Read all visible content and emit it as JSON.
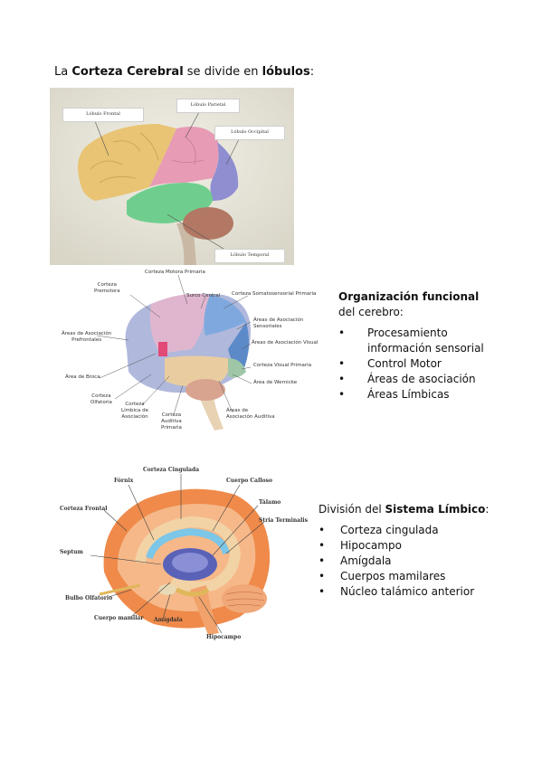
{
  "section1": {
    "heading": {
      "prefix": "La ",
      "bold1": "Corteza Cerebral",
      "middle": " se divide en ",
      "bold2": "lóbulos",
      "suffix": ":"
    },
    "labels": {
      "frontal": "Lóbulo Frontal",
      "parietal": "Lóbulo Parietal",
      "occipital": "Lóbulo Occipital",
      "temporal": "Lóbulo Temporal"
    }
  },
  "section2": {
    "labels": {
      "motora": "Corteza Motora Primaria",
      "premotora_1": "Corteza",
      "premotora_2": "Premotora",
      "surco": "Surco Central",
      "somato": "Corteza Somatosensorial Primaria",
      "asoc_sens_1": "Áreas de Asociación",
      "asoc_sens_2": "Sensoriales",
      "asoc_pref_1": "Áreas de Asociación",
      "asoc_pref_2": "Prefrontales",
      "asoc_visual": "Áreas de Asociación Visual",
      "visual": "Corteza Visual Primaria",
      "broca": "Área de Broca",
      "wernicke": "Área de Wernicke",
      "olfatoria_1": "Corteza",
      "olfatoria_2": "Olfatoria",
      "limbica_1": "Corteza",
      "limbica_2": "Límbica de",
      "limbica_3": "Asociación",
      "auditiva_1": "Corteza",
      "auditiva_2": "Auditiva",
      "auditiva_3": "Primaria",
      "asoc_aud_1": "Áreas de",
      "asoc_aud_2": "Asociación Auditiva"
    },
    "panel": {
      "title_bold": "Organización funcional",
      "title_rest": " del cerebro:",
      "items": [
        "Procesamiento información sensorial",
        "Control Motor",
        "Áreas de asociación",
        "Áreas Límbicas"
      ]
    }
  },
  "section3": {
    "labels": {
      "cingulada": "Corteza Cingulada",
      "fornix": "Fórnix",
      "calloso": "Cuerpo Calloso",
      "talamo": "Tálamo",
      "frontal": "Corteza Frontal",
      "stria": "Stria Terminalis",
      "septum": "Septum",
      "bulbo": "Bulbo Olfatorio",
      "mamilar": "Cuerpo mamilar",
      "amigdala": "Amígdala",
      "hipocampo": "Hipocampo"
    },
    "panel": {
      "title_prefix": "División del ",
      "title_bold": "Sistema Límbico",
      "title_suffix": ":",
      "items": [
        "Corteza cingulada",
        "Hipocampo",
        "Amígdala",
        "Cuerpos mamilares",
        "Núcleo talámico anterior"
      ]
    }
  }
}
